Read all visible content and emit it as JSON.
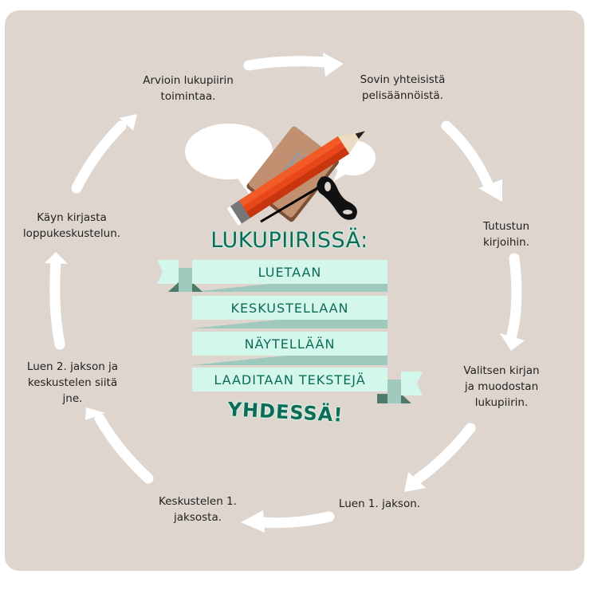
{
  "diagram": {
    "type": "reading-circle cycle",
    "steps": [
      {
        "id": "agree-rules",
        "text": "Sovin yhteisistä\npelisäännöistä."
      },
      {
        "id": "explore-books",
        "text": "Tutustun kirjoihin."
      },
      {
        "id": "choose-book",
        "text": "Valitsen kirjan\nja muodostan\nlukupiirin."
      },
      {
        "id": "read-part-1",
        "text": "Luen 1. jakson."
      },
      {
        "id": "discuss-part-1",
        "text": "Keskustelen 1.\njaksosta."
      },
      {
        "id": "read-part-2",
        "text": "Luen 2. jakson ja\nkeskustelen siitä\njne."
      },
      {
        "id": "final-discussion",
        "text": "Käyn kirjasta\nloppukeskustelun."
      },
      {
        "id": "evaluate",
        "text": "Arvioin lukupiirin\ntoimintaa."
      }
    ],
    "center": {
      "title": "LUKUPIIRISSÄ:",
      "activities": [
        "LUETAAN",
        "KESKUSTELLAAN",
        "NÄYTELLÄÄN",
        "LAADITAAN TEKSTEJÄ"
      ],
      "closing": "YHDESSÄ!"
    },
    "illustration_icons": [
      "speech-bubble-icon",
      "book-icon",
      "pencil-icon",
      "theatre-mask-icon"
    ]
  },
  "colors": {
    "background": "#ded6ce",
    "arrow": "#ffffff",
    "text": "#222222",
    "accent_text": "#0d6b58",
    "ribbon": "#d3f7ea",
    "ribbon_shadow": "#a0c9bd",
    "ribbon_dark": "#4d7a6a"
  }
}
